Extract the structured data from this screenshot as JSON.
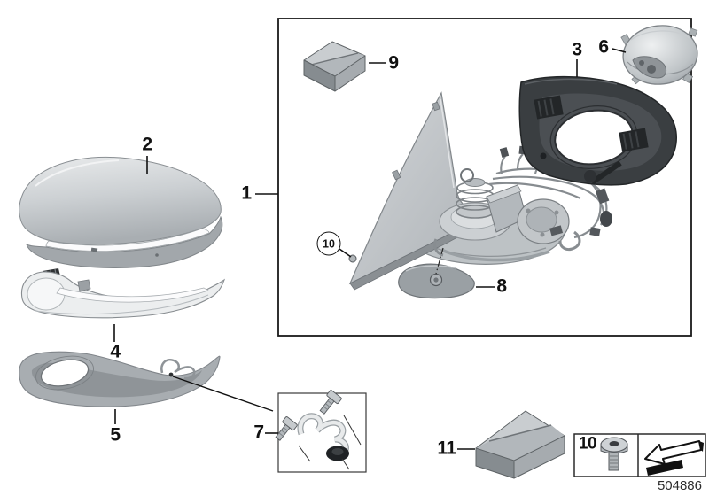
{
  "diagram": {
    "callouts": {
      "c1": "1",
      "c2": "2",
      "c3": "3",
      "c4": "4",
      "c5": "5",
      "c6": "6",
      "c7": "7",
      "c8": "8",
      "c9": "9",
      "c11": "11"
    },
    "circled_callout": {
      "label": "10"
    },
    "legend": {
      "fastener_number": "10",
      "icons": {
        "fastener": "hex-bolt-icon",
        "direction": "direction-arrow-icon"
      }
    },
    "part_number": "504886",
    "colors": {
      "outline": "#1a1a1a",
      "part_dark": "#3a3e41",
      "part_mid": "#a8adb1",
      "part_light": "#e8eaec",
      "background": "#ffffff"
    }
  }
}
